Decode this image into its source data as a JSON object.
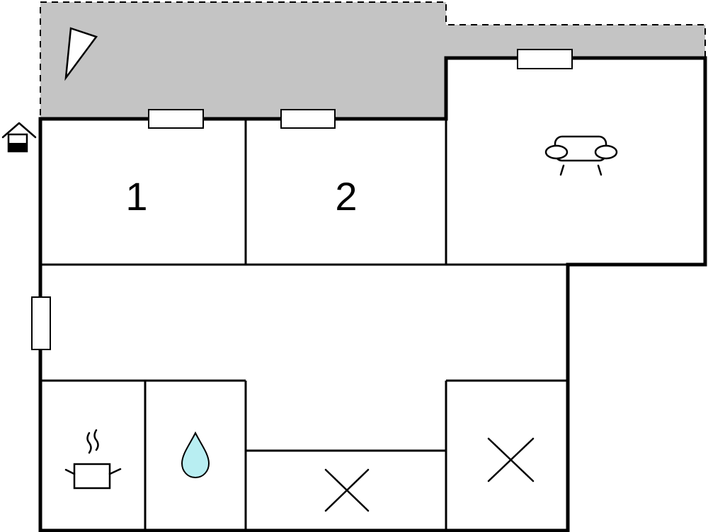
{
  "floorplan": {
    "rooms": [
      {
        "id": "bedroom-1",
        "label": "1"
      },
      {
        "id": "bedroom-2",
        "label": "2"
      }
    ],
    "icons": {
      "living_room": "armchair-icon",
      "kitchen": "cooking-pot-icon",
      "bathroom": "water-drop-icon",
      "storage_a": "cross-icon",
      "storage_b": "cross-icon",
      "entrance": "house-entrance-icon",
      "terrace": "compass-arrow-icon"
    },
    "colors": {
      "terrace_fill": "#c4c4c4",
      "water_drop": "#b8eef2",
      "wall": "#000000"
    }
  }
}
